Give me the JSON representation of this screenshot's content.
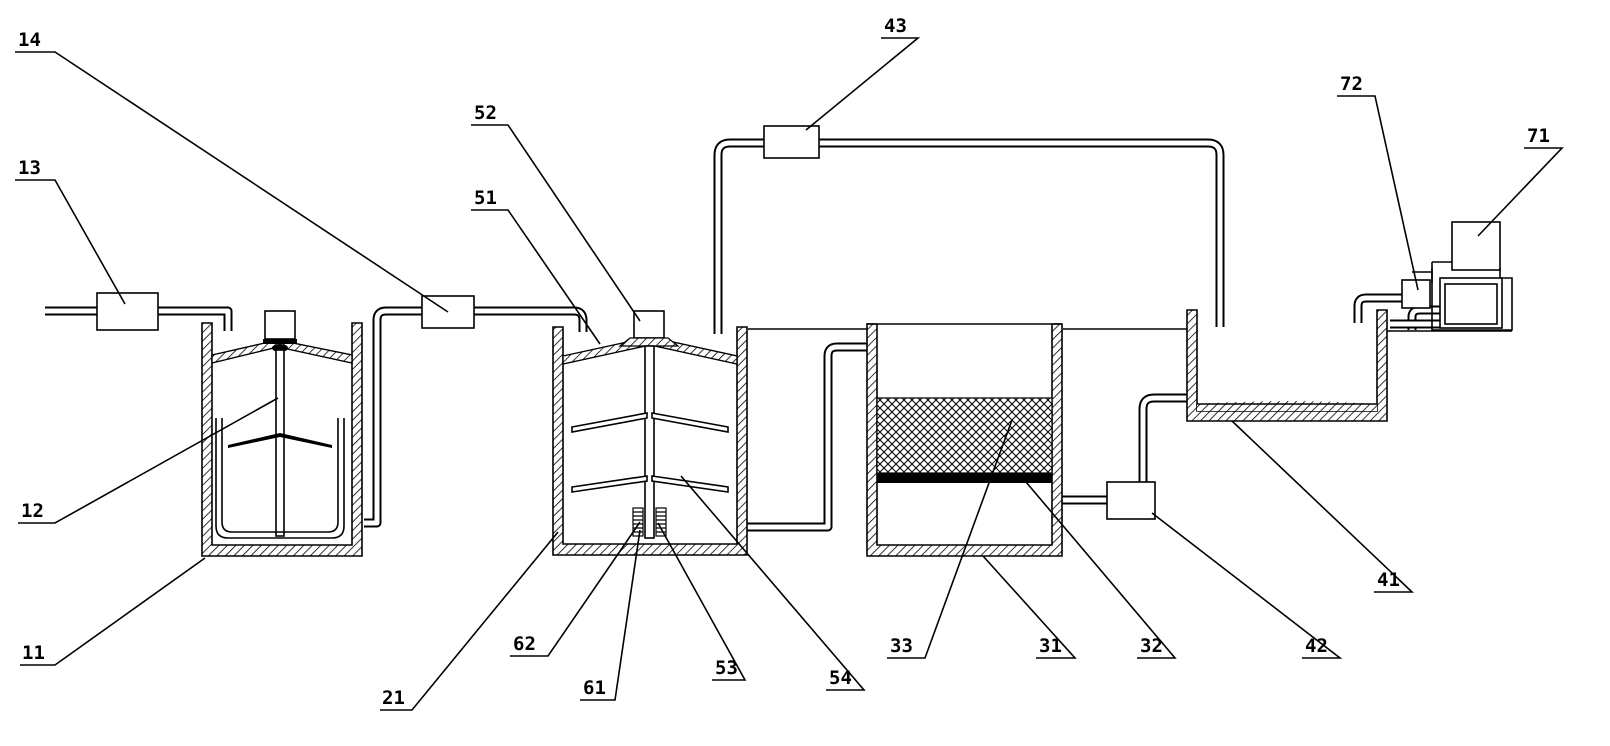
{
  "labels": {
    "l11": "11",
    "l12": "12",
    "l13": "13",
    "l14": "14",
    "l21": "21",
    "l31": "31",
    "l32": "32",
    "l33": "33",
    "l41": "41",
    "l42": "42",
    "l43": "43",
    "l51": "51",
    "l52": "52",
    "l53": "53",
    "l54": "54",
    "l61": "61",
    "l62": "62",
    "l71": "71",
    "l72": "72"
  }
}
